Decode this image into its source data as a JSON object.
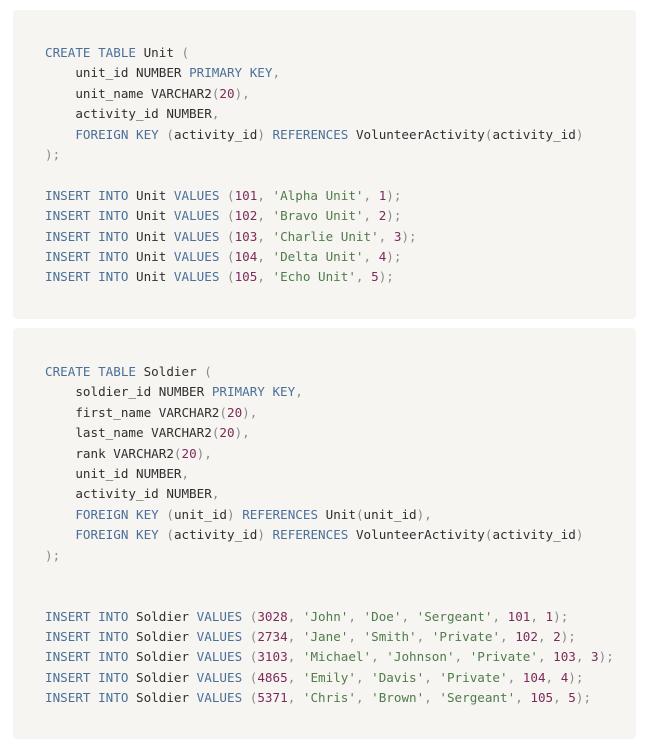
{
  "colors": {
    "background": "#ffffff",
    "block_background": "#f6f5f2",
    "keyword": "#4a6f99",
    "string": "#507c4a",
    "number": "#7c2a5a",
    "punctuation": "#8a8a8a",
    "identifier": "#2f2f2f"
  },
  "blocks": [
    {
      "lines": [
        [
          [
            "k",
            "CREATE TABLE"
          ],
          [
            "i",
            " Unit "
          ],
          [
            "p",
            "("
          ]
        ],
        [
          [
            "i",
            "    unit_id NUMBER "
          ],
          [
            "k",
            "PRIMARY KEY"
          ],
          [
            "p",
            ","
          ]
        ],
        [
          [
            "i",
            "    unit_name VARCHAR2"
          ],
          [
            "p",
            "("
          ],
          [
            "n",
            "20"
          ],
          [
            "p",
            "),"
          ]
        ],
        [
          [
            "i",
            "    activity_id NUMBER"
          ],
          [
            "p",
            ","
          ]
        ],
        [
          [
            "i",
            "    "
          ],
          [
            "k",
            "FOREIGN KEY"
          ],
          [
            "i",
            " "
          ],
          [
            "p",
            "("
          ],
          [
            "i",
            "activity_id"
          ],
          [
            "p",
            ")"
          ],
          [
            "i",
            " "
          ],
          [
            "k",
            "REFERENCES"
          ],
          [
            "i",
            " VolunteerActivity"
          ],
          [
            "p",
            "("
          ],
          [
            "i",
            "activity_id"
          ],
          [
            "p",
            ")"
          ]
        ],
        [
          [
            "p",
            ");"
          ]
        ],
        [],
        [
          [
            "k",
            "INSERT INTO"
          ],
          [
            "i",
            " Unit "
          ],
          [
            "k",
            "VALUES"
          ],
          [
            "i",
            " "
          ],
          [
            "p",
            "("
          ],
          [
            "n",
            "101"
          ],
          [
            "p",
            ", "
          ],
          [
            "s",
            "'Alpha Unit'"
          ],
          [
            "p",
            ", "
          ],
          [
            "n",
            "1"
          ],
          [
            "p",
            ");"
          ]
        ],
        [
          [
            "k",
            "INSERT INTO"
          ],
          [
            "i",
            " Unit "
          ],
          [
            "k",
            "VALUES"
          ],
          [
            "i",
            " "
          ],
          [
            "p",
            "("
          ],
          [
            "n",
            "102"
          ],
          [
            "p",
            ", "
          ],
          [
            "s",
            "'Bravo Unit'"
          ],
          [
            "p",
            ", "
          ],
          [
            "n",
            "2"
          ],
          [
            "p",
            ");"
          ]
        ],
        [
          [
            "k",
            "INSERT INTO"
          ],
          [
            "i",
            " Unit "
          ],
          [
            "k",
            "VALUES"
          ],
          [
            "i",
            " "
          ],
          [
            "p",
            "("
          ],
          [
            "n",
            "103"
          ],
          [
            "p",
            ", "
          ],
          [
            "s",
            "'Charlie Unit'"
          ],
          [
            "p",
            ", "
          ],
          [
            "n",
            "3"
          ],
          [
            "p",
            ");"
          ]
        ],
        [
          [
            "k",
            "INSERT INTO"
          ],
          [
            "i",
            " Unit "
          ],
          [
            "k",
            "VALUES"
          ],
          [
            "i",
            " "
          ],
          [
            "p",
            "("
          ],
          [
            "n",
            "104"
          ],
          [
            "p",
            ", "
          ],
          [
            "s",
            "'Delta Unit'"
          ],
          [
            "p",
            ", "
          ],
          [
            "n",
            "4"
          ],
          [
            "p",
            ");"
          ]
        ],
        [
          [
            "k",
            "INSERT INTO"
          ],
          [
            "i",
            " Unit "
          ],
          [
            "k",
            "VALUES"
          ],
          [
            "i",
            " "
          ],
          [
            "p",
            "("
          ],
          [
            "n",
            "105"
          ],
          [
            "p",
            ", "
          ],
          [
            "s",
            "'Echo Unit'"
          ],
          [
            "p",
            ", "
          ],
          [
            "n",
            "5"
          ],
          [
            "p",
            ");"
          ]
        ]
      ]
    },
    {
      "lines": [
        [
          [
            "k",
            "CREATE TABLE"
          ],
          [
            "i",
            " Soldier "
          ],
          [
            "p",
            "("
          ]
        ],
        [
          [
            "i",
            "    soldier_id NUMBER "
          ],
          [
            "k",
            "PRIMARY KEY"
          ],
          [
            "p",
            ","
          ]
        ],
        [
          [
            "i",
            "    first_name VARCHAR2"
          ],
          [
            "p",
            "("
          ],
          [
            "n",
            "20"
          ],
          [
            "p",
            "),"
          ]
        ],
        [
          [
            "i",
            "    last_name VARCHAR2"
          ],
          [
            "p",
            "("
          ],
          [
            "n",
            "20"
          ],
          [
            "p",
            "),"
          ]
        ],
        [
          [
            "i",
            "    rank VARCHAR2"
          ],
          [
            "p",
            "("
          ],
          [
            "n",
            "20"
          ],
          [
            "p",
            "),"
          ]
        ],
        [
          [
            "i",
            "    unit_id NUMBER"
          ],
          [
            "p",
            ","
          ]
        ],
        [
          [
            "i",
            "    activity_id NUMBER"
          ],
          [
            "p",
            ","
          ]
        ],
        [
          [
            "i",
            "    "
          ],
          [
            "k",
            "FOREIGN KEY"
          ],
          [
            "i",
            " "
          ],
          [
            "p",
            "("
          ],
          [
            "i",
            "unit_id"
          ],
          [
            "p",
            ")"
          ],
          [
            "i",
            " "
          ],
          [
            "k",
            "REFERENCES"
          ],
          [
            "i",
            " Unit"
          ],
          [
            "p",
            "("
          ],
          [
            "i",
            "unit_id"
          ],
          [
            "p",
            "),"
          ]
        ],
        [
          [
            "i",
            "    "
          ],
          [
            "k",
            "FOREIGN KEY"
          ],
          [
            "i",
            " "
          ],
          [
            "p",
            "("
          ],
          [
            "i",
            "activity_id"
          ],
          [
            "p",
            ")"
          ],
          [
            "i",
            " "
          ],
          [
            "k",
            "REFERENCES"
          ],
          [
            "i",
            " VolunteerActivity"
          ],
          [
            "p",
            "("
          ],
          [
            "i",
            "activity_id"
          ],
          [
            "p",
            ")"
          ]
        ],
        [
          [
            "p",
            ");"
          ]
        ],
        [],
        [],
        [
          [
            "k",
            "INSERT INTO"
          ],
          [
            "i",
            " Soldier "
          ],
          [
            "k",
            "VALUES"
          ],
          [
            "i",
            " "
          ],
          [
            "p",
            "("
          ],
          [
            "n",
            "3028"
          ],
          [
            "p",
            ", "
          ],
          [
            "s",
            "'John'"
          ],
          [
            "p",
            ", "
          ],
          [
            "s",
            "'Doe'"
          ],
          [
            "p",
            ", "
          ],
          [
            "s",
            "'Sergeant'"
          ],
          [
            "p",
            ", "
          ],
          [
            "n",
            "101"
          ],
          [
            "p",
            ", "
          ],
          [
            "n",
            "1"
          ],
          [
            "p",
            ");"
          ]
        ],
        [
          [
            "k",
            "INSERT INTO"
          ],
          [
            "i",
            " Soldier "
          ],
          [
            "k",
            "VALUES"
          ],
          [
            "i",
            " "
          ],
          [
            "p",
            "("
          ],
          [
            "n",
            "2734"
          ],
          [
            "p",
            ", "
          ],
          [
            "s",
            "'Jane'"
          ],
          [
            "p",
            ", "
          ],
          [
            "s",
            "'Smith'"
          ],
          [
            "p",
            ", "
          ],
          [
            "s",
            "'Private'"
          ],
          [
            "p",
            ", "
          ],
          [
            "n",
            "102"
          ],
          [
            "p",
            ", "
          ],
          [
            "n",
            "2"
          ],
          [
            "p",
            ");"
          ]
        ],
        [
          [
            "k",
            "INSERT INTO"
          ],
          [
            "i",
            " Soldier "
          ],
          [
            "k",
            "VALUES"
          ],
          [
            "i",
            " "
          ],
          [
            "p",
            "("
          ],
          [
            "n",
            "3103"
          ],
          [
            "p",
            ", "
          ],
          [
            "s",
            "'Michael'"
          ],
          [
            "p",
            ", "
          ],
          [
            "s",
            "'Johnson'"
          ],
          [
            "p",
            ", "
          ],
          [
            "s",
            "'Private'"
          ],
          [
            "p",
            ", "
          ],
          [
            "n",
            "103"
          ],
          [
            "p",
            ", "
          ],
          [
            "n",
            "3"
          ],
          [
            "p",
            ");"
          ]
        ],
        [
          [
            "k",
            "INSERT INTO"
          ],
          [
            "i",
            " Soldier "
          ],
          [
            "k",
            "VALUES"
          ],
          [
            "i",
            " "
          ],
          [
            "p",
            "("
          ],
          [
            "n",
            "4865"
          ],
          [
            "p",
            ", "
          ],
          [
            "s",
            "'Emily'"
          ],
          [
            "p",
            ", "
          ],
          [
            "s",
            "'Davis'"
          ],
          [
            "p",
            ", "
          ],
          [
            "s",
            "'Private'"
          ],
          [
            "p",
            ", "
          ],
          [
            "n",
            "104"
          ],
          [
            "p",
            ", "
          ],
          [
            "n",
            "4"
          ],
          [
            "p",
            ");"
          ]
        ],
        [
          [
            "k",
            "INSERT INTO"
          ],
          [
            "i",
            " Soldier "
          ],
          [
            "k",
            "VALUES"
          ],
          [
            "i",
            " "
          ],
          [
            "p",
            "("
          ],
          [
            "n",
            "5371"
          ],
          [
            "p",
            ", "
          ],
          [
            "s",
            "'Chris'"
          ],
          [
            "p",
            ", "
          ],
          [
            "s",
            "'Brown'"
          ],
          [
            "p",
            ", "
          ],
          [
            "s",
            "'Sergeant'"
          ],
          [
            "p",
            ", "
          ],
          [
            "n",
            "105"
          ],
          [
            "p",
            ", "
          ],
          [
            "n",
            "5"
          ],
          [
            "p",
            ");"
          ]
        ]
      ]
    }
  ]
}
